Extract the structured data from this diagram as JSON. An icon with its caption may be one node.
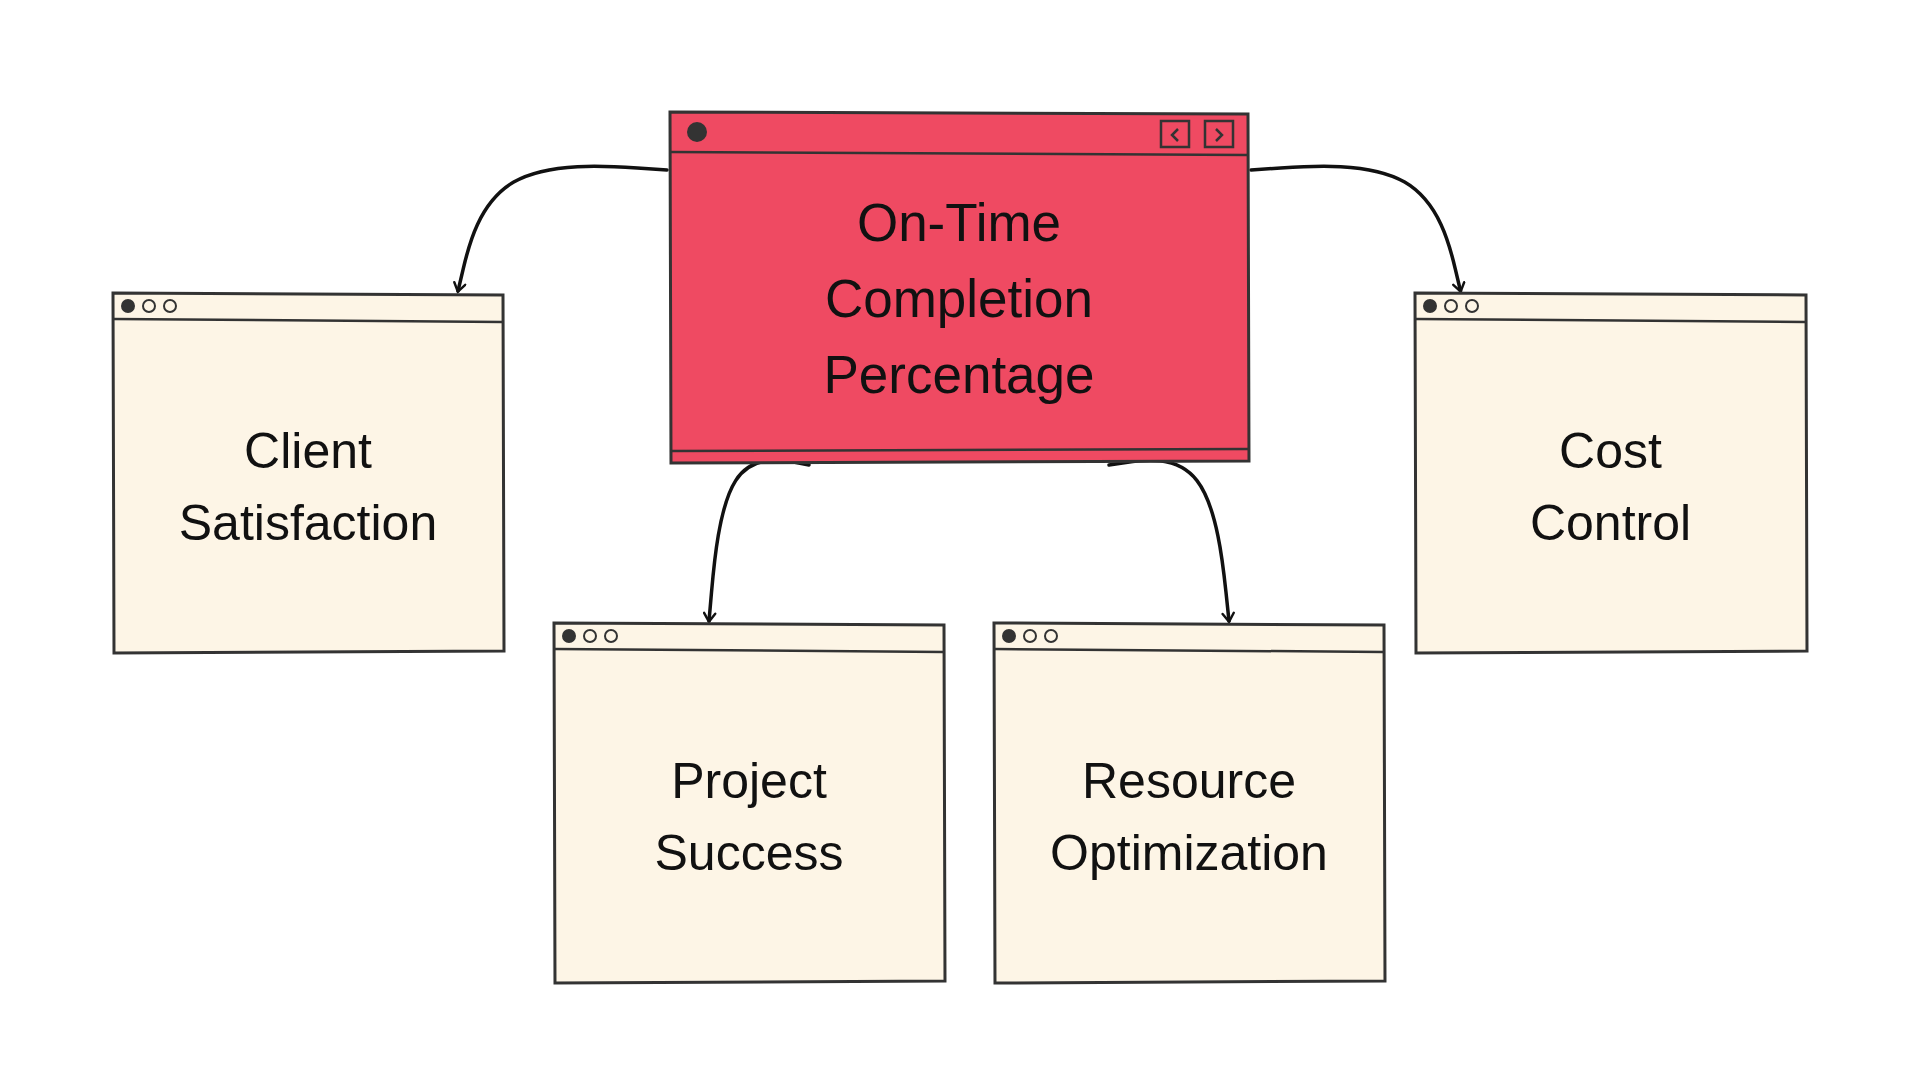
{
  "diagram": {
    "nodes": [
      {
        "text": [
          "On-Time Completion Percentage"
        ]
      },
      {
        "text": [
          "Client Satisfaction"
        ]
      },
      {
        "text": [
          "Cost Control"
        ]
      },
      {
        "text": [
          "Project Success"
        ]
      },
      {
        "text": [
          "Resource Optimization"
        ]
      }
    ],
    "edges": [
      {
        "from": 0,
        "to": 1,
        "arrow": "to"
      },
      {
        "from": 0,
        "to": 2,
        "arrow": "to"
      },
      {
        "from": 0,
        "to": 3,
        "arrow": "to"
      },
      {
        "from": 0,
        "to": 4,
        "arrow": "to"
      }
    ]
  }
}
